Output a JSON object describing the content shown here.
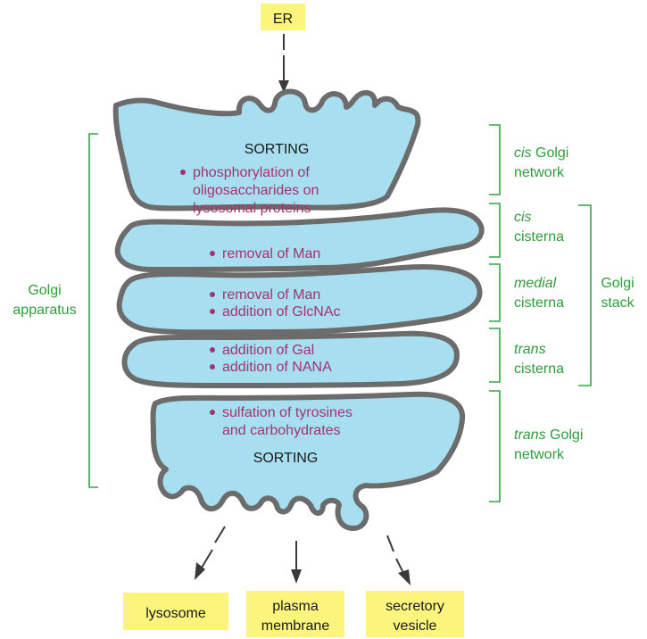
{
  "source_box": {
    "label": "ER"
  },
  "cisternae": [
    {
      "id": "cis-network",
      "heading": "SORTING",
      "functions": [
        "phosphorylation of",
        "oligosaccharides on",
        "lysosomal proteins"
      ],
      "side_label": {
        "italic": "cis",
        "rest": " Golgi",
        "line2": "network"
      }
    },
    {
      "id": "cis-cisterna",
      "functions": [
        "removal of Man"
      ],
      "side_label": {
        "italic": "cis",
        "rest": "",
        "line2": "cisterna"
      }
    },
    {
      "id": "medial-cisterna",
      "functions": [
        "removal of Man",
        "addition of GlcNAc"
      ],
      "side_label": {
        "italic": "medial",
        "rest": "",
        "line2": "cisterna"
      }
    },
    {
      "id": "trans-cisterna",
      "functions": [
        "addition of Gal",
        "addition of NANA"
      ],
      "side_label": {
        "italic": "trans",
        "rest": "",
        "line2": "cisterna"
      }
    },
    {
      "id": "trans-network",
      "heading": "SORTING",
      "functions": [
        "sulfation of tyrosines",
        "and carbohydrates"
      ],
      "side_label": {
        "italic": "trans",
        "rest": " Golgi",
        "line2": "network"
      }
    }
  ],
  "left_label": {
    "line1": "Golgi",
    "line2": "apparatus"
  },
  "stack_label": {
    "line1": "Golgi",
    "line2": "stack"
  },
  "destinations": [
    {
      "line1": "lysosome",
      "line2": ""
    },
    {
      "line1": "plasma",
      "line2": "membrane"
    },
    {
      "line1": "secretory",
      "line2": "vesicle"
    }
  ],
  "colors": {
    "cisterna_fill": "#a7dff0",
    "membrane": "#6c6c6c",
    "function_text": "#a3336f",
    "label_green": "#2f9c3c",
    "destination_box": "#fbf57d"
  }
}
